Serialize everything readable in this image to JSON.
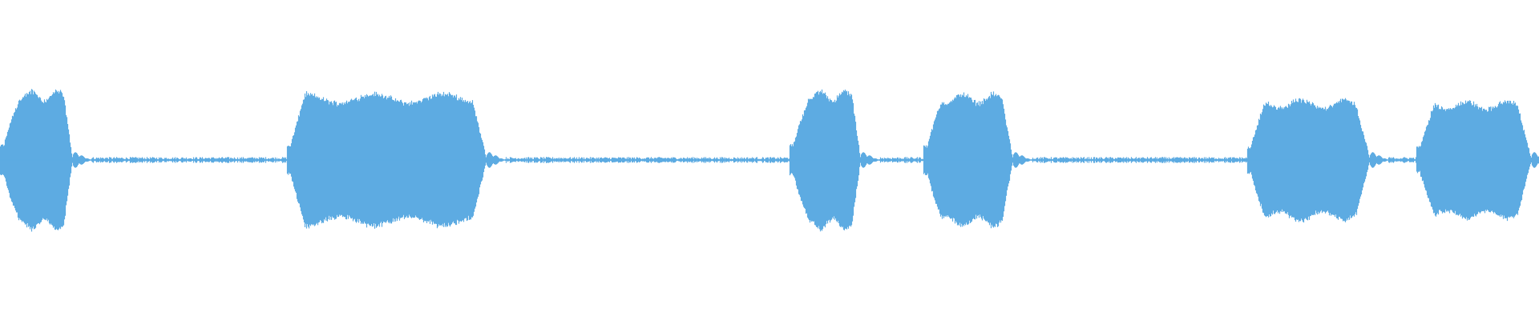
{
  "waveform": {
    "color": "#5dabe2",
    "background": "#ffffff",
    "bursts": [
      {
        "start": 0.0,
        "end": 0.047,
        "peak": 0.9,
        "fade": 0.6
      },
      {
        "start": 0.186,
        "end": 0.316,
        "peak": 0.86,
        "fade": 0.7
      },
      {
        "start": 0.513,
        "end": 0.559,
        "peak": 0.9,
        "fade": 0.6
      },
      {
        "start": 0.6,
        "end": 0.658,
        "peak": 0.86,
        "fade": 0.6
      },
      {
        "start": 0.81,
        "end": 0.89,
        "peak": 0.78,
        "fade": 0.8
      },
      {
        "start": 0.92,
        "end": 0.995,
        "peak": 0.76,
        "fade": 0.6
      }
    ],
    "noise_level": 0.03
  }
}
